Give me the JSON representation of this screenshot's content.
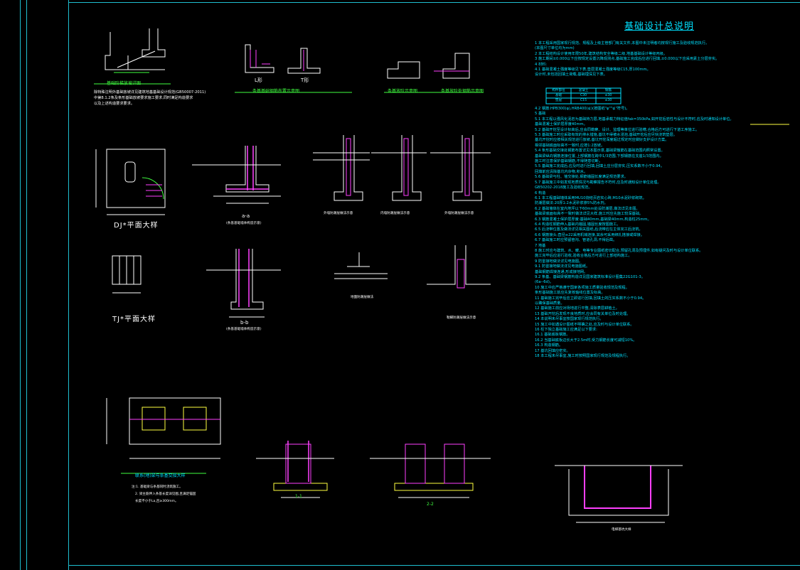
{
  "sheet": {
    "title": "基础设计总说明",
    "frame_color": "#1fbfd0",
    "colors": {
      "cyan": "#00e0ff",
      "green": "#40ff40",
      "magenta": "#ff40ff",
      "yellow": "#ffff40",
      "white": "#ffffff",
      "red": "#ff3030"
    }
  },
  "captions": {
    "step_detail": "基础阶梯放坡详图",
    "step_note_1": "除特殊注明外基础放坡详见建筑地基基础设计规范(GB50007-2011)",
    "step_note_2": "中第8.1.2条及条形基础放坡要求施工要求,同时满足构造要求",
    "step_note_3": "以及上述构造要求要求。",
    "l_type": "L形",
    "t_type": "T形",
    "strip_corner": "条基基础钢筋布置示意图",
    "strip_step": "条基放阶示意图",
    "strip_step_rebar": "条基放阶处钢筋示意图",
    "dj_plan": "DJ*平面大样",
    "tj_plan": "TJ*平面大样",
    "section_aa": "a-a",
    "section_aa_note": "(条基基础墙体构造示意)",
    "section_bb": "b-b",
    "section_bb_note": "(条基基础墙体构造示意)",
    "wall_detail_1": "外墙防潮层做法示意",
    "wall_detail_2": "内墙防潮层做法示意",
    "wall_detail_3": "外墙防潮层做法示意",
    "damp_detail_1": "地面防潮层做法",
    "damp_detail_2": "勒脚防潮层做法示意",
    "pit_detail": "电梯基坑大样",
    "joint_detail": "联系(地)梁与条基交接大样",
    "joint_note_1": "注:1. 基础梁与条基同时浇筑施工。",
    "joint_note_2": "2. 梁主筋伸入条基长度详见图,且满足锚固",
    "joint_note_3": "长度不小于La,且≥300mm。",
    "section_11": "1-1",
    "section_22": "2-2"
  },
  "notes": {
    "lines": [
      "1  本工程采用国家现行规范、规程及上级主管部门有关文件,本图中未注明者均按现行施工及验收规范执行。",
      "   (本图尺寸单位均为mm)",
      "2  本工程结构设计使用年限50年,建筑结构安全等级二级,地基基础设计等级丙级。",
      "3  施工期间±0.000以下应按规定设置沉降观测点,基础施工完成后应进行回填,±0.000以下应采用素土分层夯实。",
      "4  材料:",
      "   4.1  基础混凝土强度等级见下表,垫层混凝土强度等级C15,厚100mm。",
      "        设计时,未包括回填土荷载,基础埋深见下表。"
    ],
    "table": {
      "headers": [
        "构件部位",
        "混凝土",
        "钢筋"
      ],
      "rows": [
        [
          "基础",
          "C30",
          "≤30"
        ],
        [
          "垫层",
          "C15",
          "≤30"
        ]
      ]
    },
    "lines2": [
      "   4.2  钢筋:HPB300(φ),HRB400(⊈)(按图纸\"φ\"\"⊈\"符号)。",
      "5  基础",
      "   5.1  本工程以强风化泥岩为基础持力层,地基承载力特征值fak=350kPa,如开挖后岩性与设计不符时,应及时通知设计单位。",
      "        基础混凝土保护层厚度40mm。",
      "   5.2  基础开挖至设计标高后,应会同勘察、设计、监理等单位进行验槽,合格后方可进行下道工序施工。",
      "   5.3  基础施工时应采取有效的排水措施,基坑不得被水浸泡,基础开挖后应尽快浇筑垫层。",
      "        基坑开挖时应按相关规范进行放坡,基坑开挖深度超过规定时应做好支护设计方案。",
      "        相邻基础底面标高不一致时,应按1:2放坡。",
      "   5.4  条形基础交接处钢筋布置详见本图示意,基础梁箍筋在基础范围内照常设置。",
      "        基础梁纵向钢筋连接位置,上部钢筋在跨中1/3范围,下部钢筋在支座1/3范围内。",
      "        施工时注意保护基础钢筋,不得随意切断。",
      "   5.5  基础施工完成后,应及时进行回填,回填土应分层夯实,压实系数不小于0.94。",
      "        回填前应清除基坑内杂物,积水。",
      "   5.6  基础梁与柱、墙交接处,钢筋锚固长度满足规范要求。",
      "   5.7  基础施工中如发现地质情况与勘察报告不符时,应及时通知设计单位处理。",
      "        GB50202-2018施工及验收规范。",
      "6  构造",
      "   6.1  本工程基础墙体采用MU10烧结页岩实心砖,M10水泥砂浆砌筑。",
      "        防潮层做法:20厚1:2水泥砂浆掺5%防水剂。",
      "   6.2  基础墙体在室内地坪以下60mm处设防潮层,做法详见本图。",
      "        基础梁底面标高不一致时做法详见大样,施工时应先施工较深基础。",
      "   6.3  钢筋混凝土保护层厚度:基础40mm,基础梁40mm,构造柱25mm。",
      "   6.4  构造柱钢筋伸入基础内锚固,锚固长度按图施工。",
      "   6.5  后浇带位置及做法详见相关图纸,后浇带应在主体完工后浇筑。",
      "   6.6  钢筋接头:直径≥22采用机械连接,其余可采用绑扎搭接或焊接。",
      "   6.7  基础施工时应预留管沟、管道孔洞,不得后凿。",
      "7  地基",
      "8  施工时应与建筑、水、暖、电等专业图纸密切配合,预留孔洞及预埋件,如有疑问及时与设计单位联系。",
      "   施工完毕后应进行验收,验收合格后方可进行上部结构施工。",
      "9  防雷接地做法详见电施图。",
      "   9.1  防雷接地做法详见电施图纸。",
      "        基础钢筋焊接连通,形成接地网。",
      "9.2  条基、基础梁钢筋构造详见国家建筑标准设计图集22G101-3。",
      "        (6a--6d)。",
      "10  施工中应严格遵守国家各项施工质量验收规范及规程。",
      "     条形基础施工前应先复核轴线位置及标高。",
      "11  基础施工完毕后应立即进行回填,回填土的压实系数不小于0.94。",
      "     以确保基础质量。",
      "12  基础施工前应对场地进行平整,清除表层耕植土。",
      "13  基础开挖后发现不良地质时,应会同有关单位及时处理。",
      "14  本说明未尽事宜按国家现行规范执行。",
      "15  施工中如遇设计图纸不明确之处,应及时与设计单位联系。",
      "16  柱下独立基础施工应满足以下要求:",
      "     16.1  基础底板钢筋。",
      "     16.2  当基础底板边长大于2.5m时,受力钢筋长度可减短10%。",
      "     16.3  构造钢筋。",
      "17  基坑回填应密实。",
      "18  本工程未尽事宜,施工时按照国家现行规范及规程执行。"
    ]
  }
}
